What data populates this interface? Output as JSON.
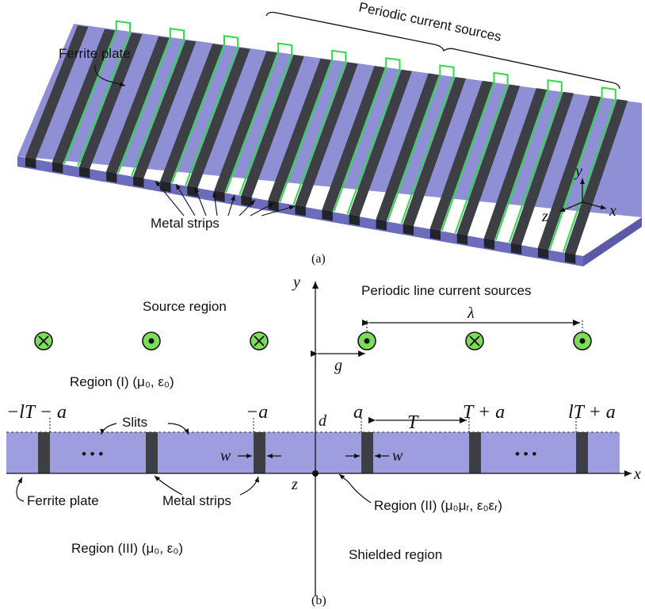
{
  "part_a": {
    "caption": "(a)",
    "labels": {
      "periodic_sources": "Periodic current sources",
      "ferrite_plate": "Ferrite plate",
      "metal_strips": "Metal strips"
    },
    "axes": {
      "x": "x",
      "y": "y",
      "z": "z"
    },
    "colors": {
      "plate_top": "#8f8fd6",
      "plate_side": "#7070c0",
      "strip": "#3d3f44",
      "source_loop": "#2fd94a"
    }
  },
  "part_b": {
    "caption": "(b)",
    "labels": {
      "source_region": "Source region",
      "periodic_line_sources": "Periodic line current sources",
      "region1": "Region (I) (μ₀, ε₀)",
      "region2": "Region (II) (μ₀μᵣ, ε₀εᵣ)",
      "region3": "Region (III) (μ₀, ε₀)",
      "shielded_region": "Shielded region",
      "slits": "Slits",
      "ferrite_plate": "Ferrite plate",
      "metal_strips": "Metal strips",
      "dots1": "• • •",
      "dots2": "• • •"
    },
    "math": {
      "lambda": "λ",
      "g": "g",
      "d": "d",
      "z": "z",
      "x": "x",
      "y": "y",
      "T": "T",
      "w1": "w",
      "w2": "w",
      "minus_lT_minus_a": "−lT − a",
      "minus_a": "−a",
      "a": "a",
      "T_plus_a": "T + a",
      "lT_plus_a": "lT + a"
    },
    "sources": [
      {
        "direction": "into"
      },
      {
        "direction": "out"
      },
      {
        "direction": "into"
      },
      {
        "direction": "out"
      },
      {
        "direction": "into"
      },
      {
        "direction": "out"
      }
    ],
    "colors": {
      "plate": "#9d9de0",
      "strip": "#3d3f44",
      "source_fill": "#7ddc5a"
    }
  }
}
